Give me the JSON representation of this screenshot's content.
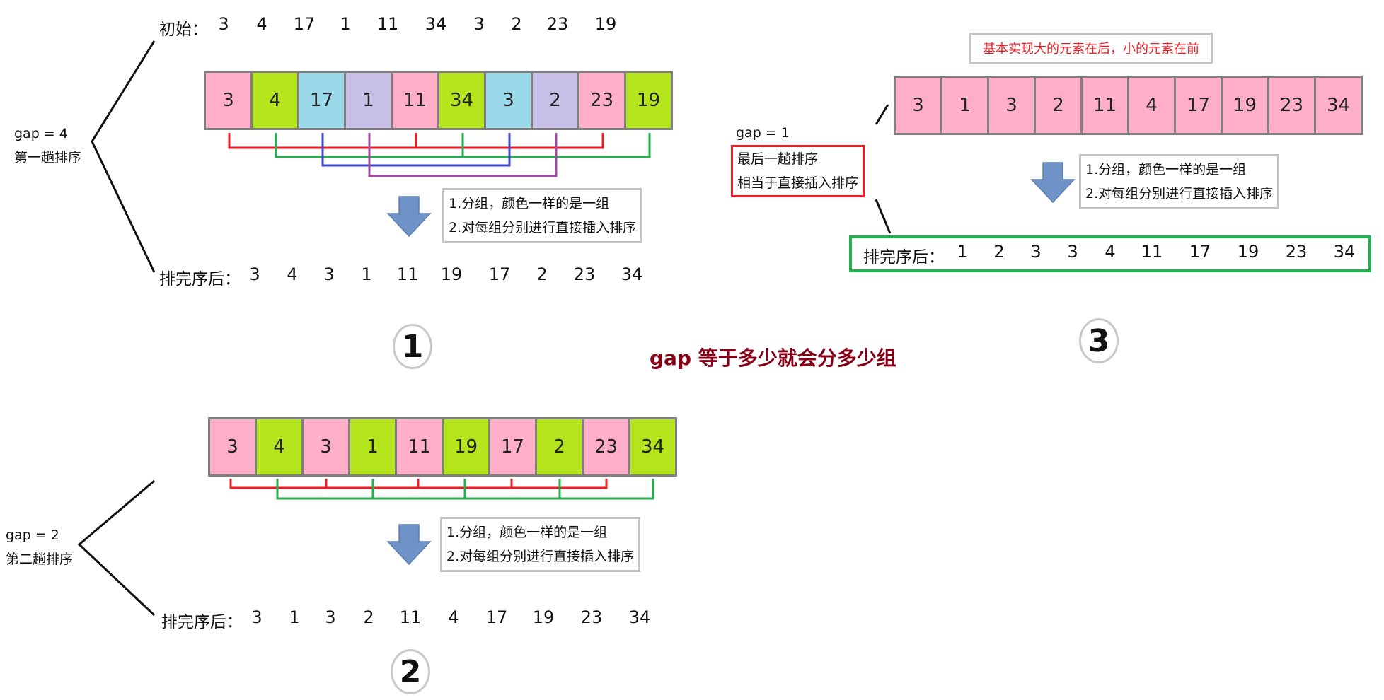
{
  "header_note": "基本实现大的元素在后，小的元素在前",
  "center_title": "gap 等于多少就会分多少组",
  "initial": {
    "label": "初始：",
    "values": [
      "3",
      "4",
      "17",
      "1",
      "11",
      "34",
      "3",
      "2",
      "23",
      "19"
    ]
  },
  "step1": {
    "number": "1",
    "gap": "gap = 4",
    "name": "第一趟排序",
    "cells": [
      {
        "v": "3",
        "c": "pink"
      },
      {
        "v": "4",
        "c": "lime"
      },
      {
        "v": "17",
        "c": "blue"
      },
      {
        "v": "1",
        "c": "lav"
      },
      {
        "v": "11",
        "c": "pink"
      },
      {
        "v": "34",
        "c": "lime"
      },
      {
        "v": "3",
        "c": "blue"
      },
      {
        "v": "2",
        "c": "lav"
      },
      {
        "v": "23",
        "c": "pink"
      },
      {
        "v": "19",
        "c": "lime"
      }
    ],
    "note_lines": [
      "1.分组，颜色一样的是一组",
      "2.对每组分别进行直接插入排序"
    ],
    "result_label": "排完序后：",
    "result": [
      "3",
      "4",
      "3",
      "1",
      "11",
      "19",
      "17",
      "2",
      "23",
      "34"
    ]
  },
  "step2": {
    "number": "2",
    "gap": "gap = 2",
    "name": "第二趟排序",
    "cells": [
      {
        "v": "3",
        "c": "pink"
      },
      {
        "v": "4",
        "c": "lime"
      },
      {
        "v": "3",
        "c": "pink"
      },
      {
        "v": "1",
        "c": "lime"
      },
      {
        "v": "11",
        "c": "pink"
      },
      {
        "v": "19",
        "c": "lime"
      },
      {
        "v": "17",
        "c": "pink"
      },
      {
        "v": "2",
        "c": "lime"
      },
      {
        "v": "23",
        "c": "pink"
      },
      {
        "v": "34",
        "c": "lime"
      }
    ],
    "note_lines": [
      "1.分组，颜色一样的是一组",
      "2.对每组分别进行直接插入排序"
    ],
    "result_label": "排完序后：",
    "result": [
      "3",
      "1",
      "3",
      "2",
      "11",
      "4",
      "17",
      "19",
      "23",
      "34"
    ]
  },
  "step3": {
    "number": "3",
    "gap": "gap = 1",
    "name_lines": [
      "最后一趟排序",
      "相当于直接插入排序"
    ],
    "cells": [
      {
        "v": "3",
        "c": "pink"
      },
      {
        "v": "1",
        "c": "pink"
      },
      {
        "v": "3",
        "c": "pink"
      },
      {
        "v": "2",
        "c": "pink"
      },
      {
        "v": "11",
        "c": "pink"
      },
      {
        "v": "4",
        "c": "pink"
      },
      {
        "v": "17",
        "c": "pink"
      },
      {
        "v": "19",
        "c": "pink"
      },
      {
        "v": "23",
        "c": "pink"
      },
      {
        "v": "34",
        "c": "pink"
      }
    ],
    "note_lines": [
      "1.分组，颜色一样的是一组",
      "2.对每组分别进行直接插入排序"
    ],
    "result_label": "排完序后：",
    "result": [
      "1",
      "2",
      "3",
      "3",
      "4",
      "11",
      "17",
      "19",
      "23",
      "34"
    ]
  },
  "colors": {
    "pink": "#ffaec9",
    "lime": "#b5e61d",
    "blue": "#99d9ea",
    "lav": "#c8bfe7",
    "red_line": "#ed1c24",
    "green_line": "#22b14c",
    "blue_line": "#3f48cc",
    "purple_line": "#a349a4",
    "arrow": "#6f93c6",
    "title": "#880015"
  }
}
